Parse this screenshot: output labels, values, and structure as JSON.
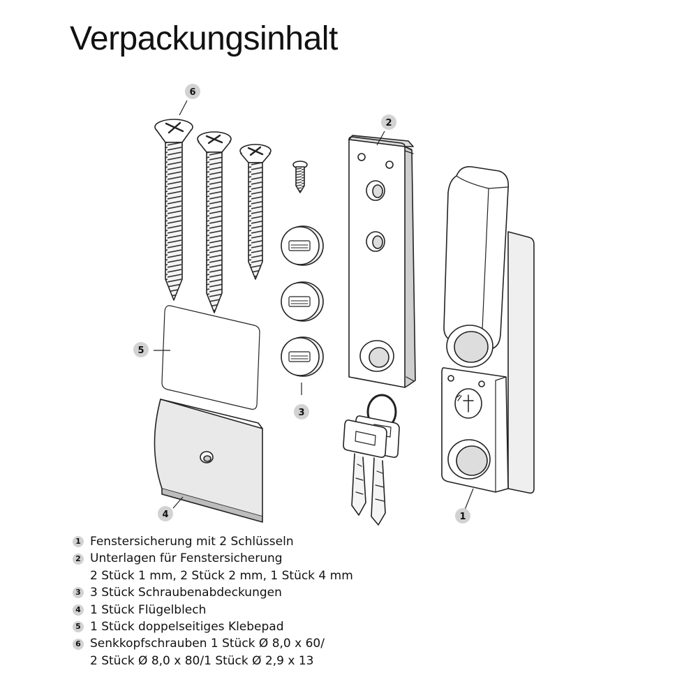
{
  "title": "Verpackungsinhalt",
  "callouts": [
    "1",
    "2",
    "3",
    "4",
    "5",
    "6"
  ],
  "legend": [
    {
      "num": "1",
      "lines": [
        "Fenstersicherung mit 2 Schlüsseln"
      ]
    },
    {
      "num": "2",
      "lines": [
        "Unterlagen für Fenstersicherung",
        "2 Stück 1 mm, 2 Stück 2 mm, 1 Stück 4 mm"
      ]
    },
    {
      "num": "3",
      "lines": [
        "3 Stück Schraubenabdeckungen"
      ]
    },
    {
      "num": "4",
      "lines": [
        "1 Stück Flügelblech"
      ]
    },
    {
      "num": "5",
      "lines": [
        "1 Stück doppelseitiges Klebepad"
      ]
    },
    {
      "num": "6",
      "lines": [
        "Senkkopfschrauben 1 Stück Ø 8,0 x 60/",
        "2 Stück Ø 8,0 x 80/1 Stück Ø 2,9 x 13"
      ]
    }
  ],
  "colors": {
    "line": "#222222",
    "callout_fill": "#d2d2d2",
    "shade": "#e9e9e9"
  }
}
